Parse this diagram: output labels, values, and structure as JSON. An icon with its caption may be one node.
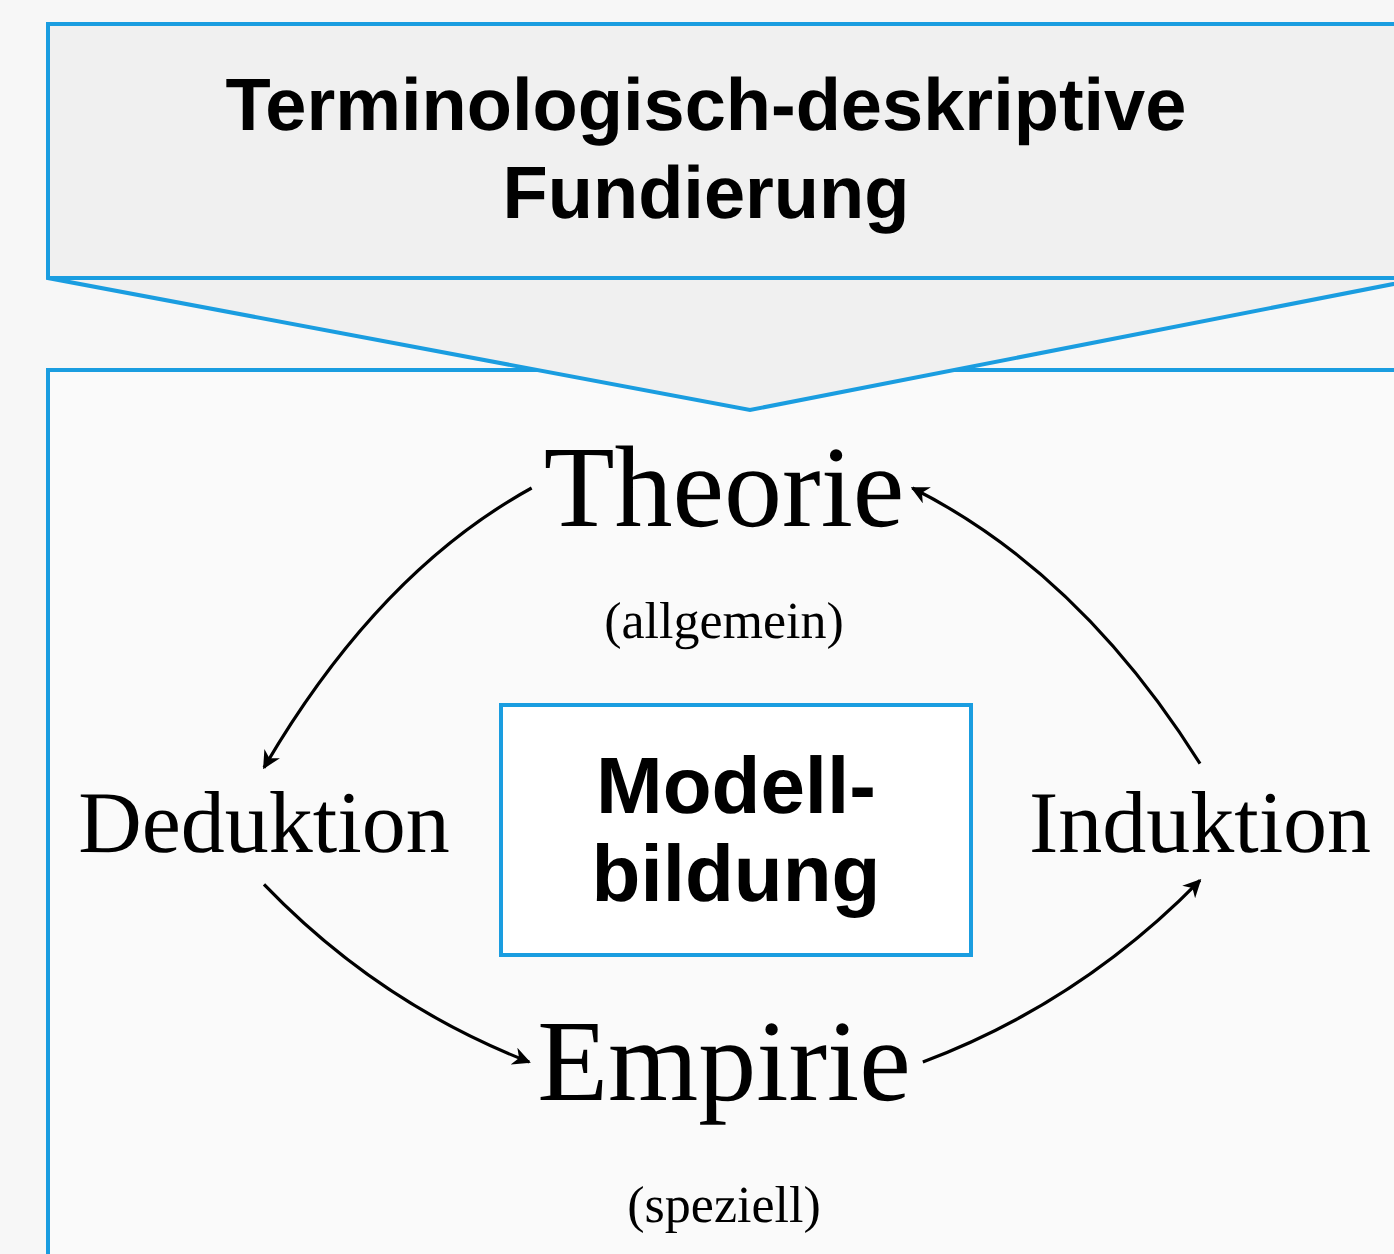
{
  "diagram": {
    "nodes": [
      {
        "text": [
          "Terminologisch-deskriptive Fundierung"
        ]
      },
      {
        "text": [],
        "shape": "box"
      },
      {
        "text": [
          "Theorie"
        ],
        "beside": [
          "(allgemein)"
        ],
        "in": 1
      },
      {
        "text": [
          "Deduktion"
        ],
        "in": 1
      },
      {
        "text": [
          "Modell- bildung"
        ],
        "in": 1
      },
      {
        "text": [
          "Induktion"
        ],
        "in": 1
      },
      {
        "text": [
          "Empirie"
        ],
        "beside": [
          "(speziell)"
        ],
        "in": 1
      }
    ],
    "edges": [
      {
        "from": 2,
        "to": 3,
        "arrow": "to"
      },
      {
        "from": 3,
        "to": 6,
        "arrow": "to"
      },
      {
        "from": 6,
        "to": 5,
        "arrow": "to"
      },
      {
        "from": 5,
        "to": 2,
        "arrow": "to"
      }
    ]
  }
}
